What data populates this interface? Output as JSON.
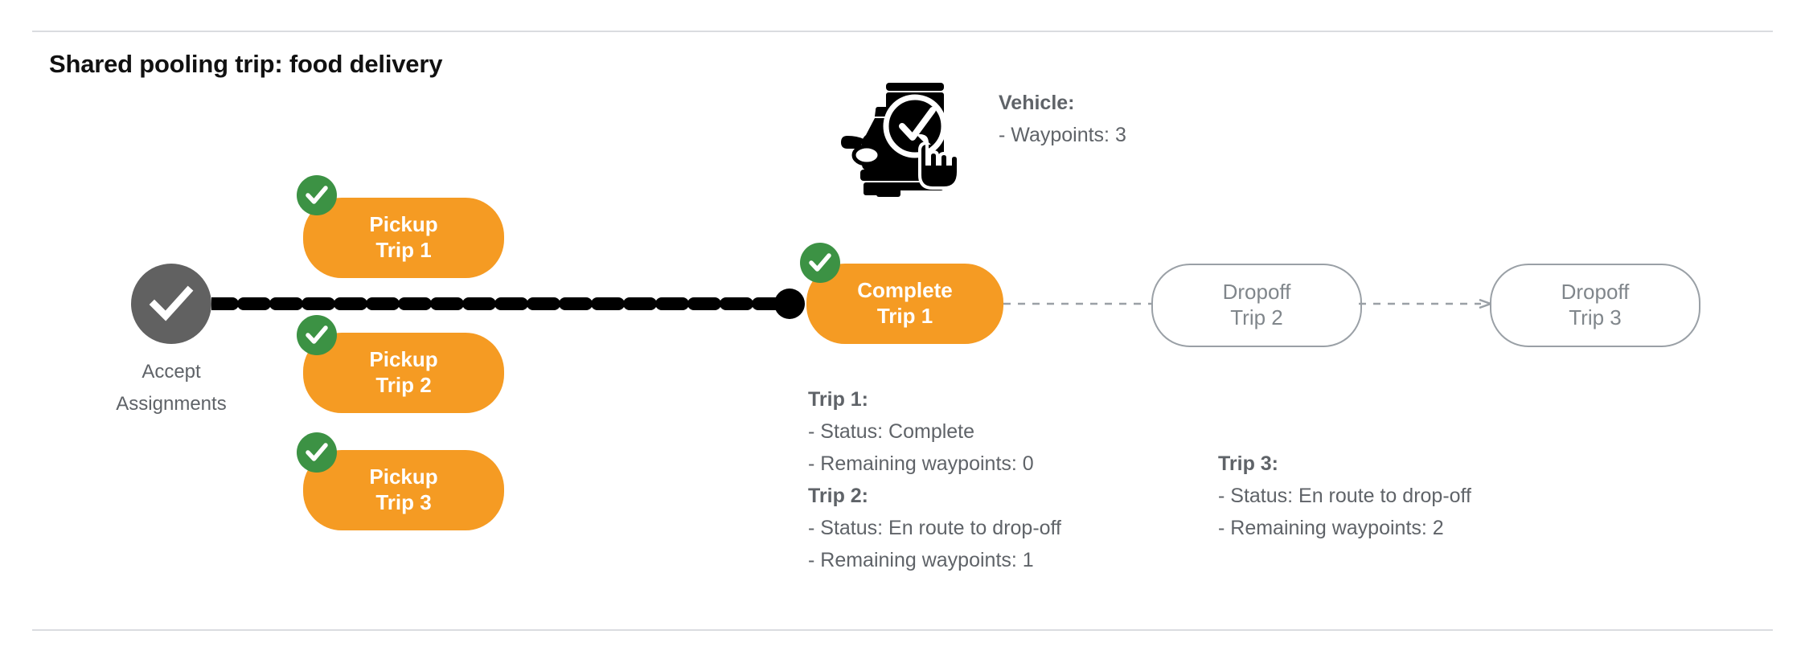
{
  "page": {
    "title": "Shared pooling trip: food delivery"
  },
  "colors": {
    "orange": "#F59B23",
    "green": "#3C9244",
    "gray_node": "#616161",
    "gray_text": "#5f6368",
    "outline_gray": "#9aa0a6",
    "black": "#000000",
    "divider": "#dadce0"
  },
  "flow": {
    "start_node": {
      "icon": "check-icon",
      "label_line1": "Accept",
      "label_line2": "Assignments"
    },
    "pickups": [
      {
        "line1": "Pickup",
        "line2": "Trip 1",
        "completed": true
      },
      {
        "line1": "Pickup",
        "line2": "Trip 2",
        "completed": true
      },
      {
        "line1": "Pickup",
        "line2": "Trip 3",
        "completed": true
      }
    ],
    "complete_node": {
      "line1": "Complete",
      "line2": "Trip 1",
      "completed": true
    },
    "dropoffs": [
      {
        "line1": "Dropoff",
        "line2": "Trip 2",
        "completed": false
      },
      {
        "line1": "Dropoff",
        "line2": "Trip 3",
        "completed": false
      }
    ]
  },
  "vehicle": {
    "icon": "car-phone-check-icon",
    "heading": "Vehicle:",
    "waypoints_line": "- Waypoints: 3"
  },
  "trip_info": {
    "left": [
      {
        "heading": "Trip 1:",
        "status": "- Status:  Complete",
        "waypoints": "- Remaining waypoints: 0"
      },
      {
        "heading": "Trip 2:",
        "status": "- Status:  En route to drop-off",
        "waypoints": "- Remaining waypoints: 1"
      }
    ],
    "right": [
      {
        "heading": "Trip 3:",
        "status": "- Status:  En route to drop-off",
        "waypoints": "- Remaining waypoints: 2"
      }
    ]
  }
}
